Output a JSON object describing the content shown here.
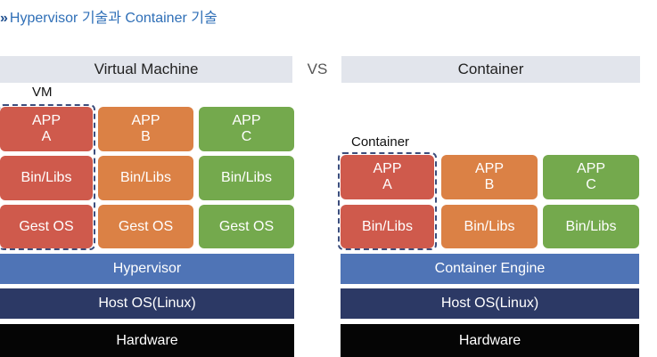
{
  "title": {
    "mark": "»",
    "text": "Hypervisor 기술과 Container 기술"
  },
  "vm_section": {
    "header": "Virtual Machine",
    "group_label": "VM",
    "app_a": "APP\nA",
    "app_b": "APP\nB",
    "app_c": "APP\nC",
    "bin_libs": "Bin/Libs",
    "gest_os": "Gest OS",
    "hypervisor": "Hypervisor",
    "host_os": "Host OS(Linux)",
    "hardware": "Hardware"
  },
  "vs_label": "VS",
  "container_section": {
    "header": "Container",
    "group_label": "Container",
    "app_a": "APP\nA",
    "app_b": "APP\nB",
    "app_c": "APP\nC",
    "bin_libs": "Bin/Libs",
    "engine": "Container Engine",
    "host_os": "Host OS(Linux)",
    "hardware": "Hardware"
  },
  "colors": {
    "app_a": "#cf5a4c",
    "app_b": "#db8145",
    "app_c": "#74a94d",
    "hypervisor": "#4f74b6",
    "host_os": "#2c3965",
    "hardware": "#050505",
    "title": "#2f6fb7"
  }
}
